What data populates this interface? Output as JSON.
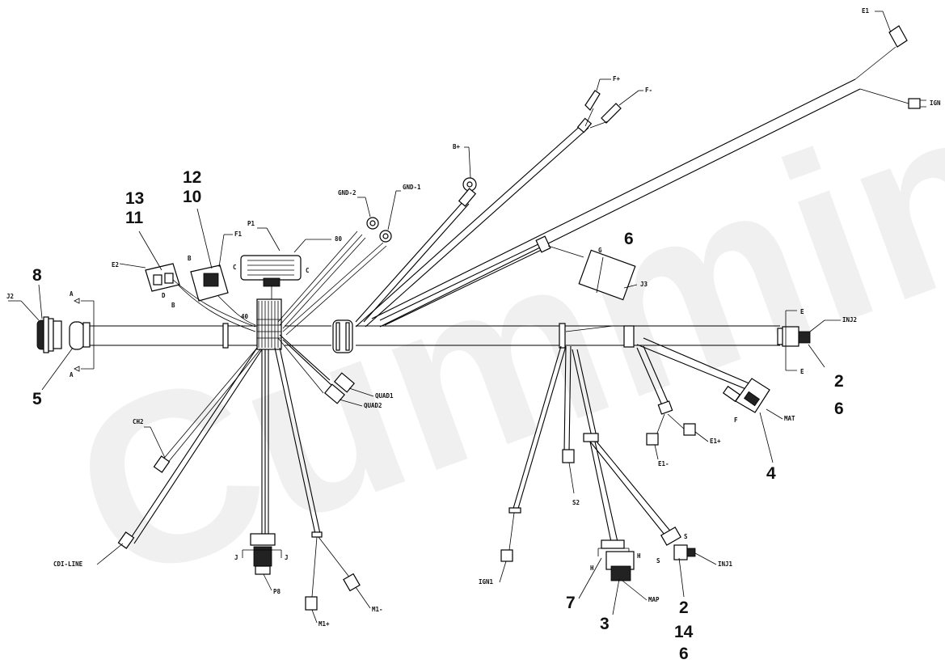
{
  "watermark": "Cummins",
  "callouts": {
    "c13": "13",
    "c11": "11",
    "c12": "12",
    "c10": "10",
    "c8": "8",
    "c5": "5",
    "c6_j3": "6",
    "c2_inj2": "2",
    "c6_inj2": "6",
    "c4": "4",
    "c7": "7",
    "c3": "3",
    "c2_inj1": "2",
    "c14": "14",
    "c6_inj1": "6"
  },
  "connectors": {
    "e1": "E1",
    "ign_top": "IGN",
    "fplus": "F+",
    "fminus": "F-",
    "bplus": "B+",
    "gnd2": "GND-2",
    "gnd1": "GND-1",
    "p1": "P1",
    "n80": "80",
    "f1": "F1",
    "e2": "E2",
    "j2": "J2",
    "j3": "J3",
    "inj2": "INJ2",
    "mat": "MAT",
    "e1plus": "E1+",
    "e1minus": "E1-",
    "quad1": "QUAD1",
    "quad2": "QUAD2",
    "ch2": "CH2",
    "cdi_line": "CDI-LINE",
    "p8": "P8",
    "m1plus": "M1+",
    "m1minus": "M1-",
    "s2": "S2",
    "ign1": "IGN1",
    "map": "MAP",
    "inj1": "INJ1",
    "n40": "40"
  },
  "section_marks": {
    "a1": "A",
    "a2": "A",
    "b1": "B",
    "b2": "B",
    "c1": "C",
    "c2": "C",
    "d": "D",
    "e1": "E",
    "e2": "E",
    "f": "F",
    "g": "G",
    "h1": "H",
    "h2": "H",
    "j1": "J",
    "j2": "J",
    "s1": "S",
    "s2": "S"
  }
}
